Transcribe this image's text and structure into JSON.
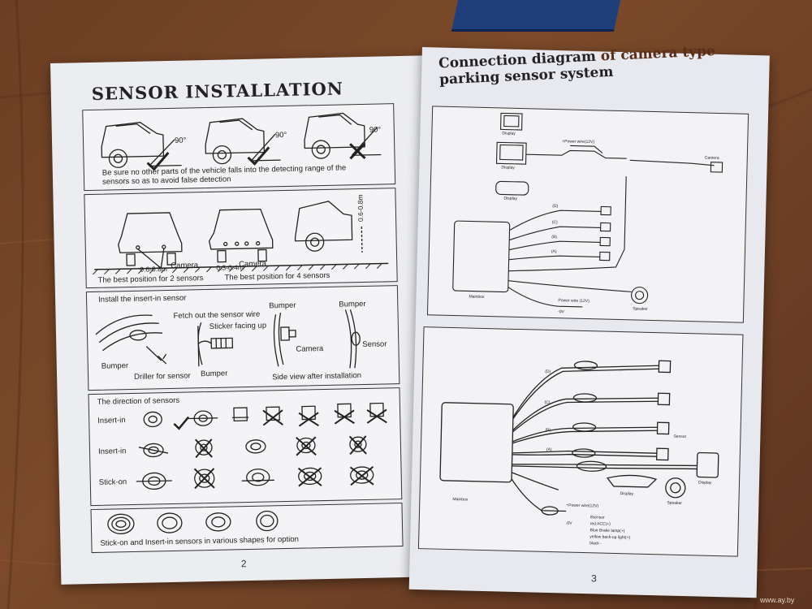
{
  "left_page": {
    "title": "SENSOR INSTALLATION",
    "page_number": "2",
    "panel1": {
      "angle_labels": [
        "90°",
        "90°",
        "90°"
      ],
      "caption_line1": "Be sure no other parts of the vehicle falls into the detecting range of the",
      "caption_line2": "sensors so as to avoid false detection"
    },
    "panel2": {
      "distance_2": "0.6-0.8m",
      "distance_4": "0.3-0.4m",
      "camera_label_1": "Camera",
      "camera_label_2": "Camera",
      "height_label": "0.6-0.8m",
      "caption_2": "The best position for 2 sensors",
      "caption_4": "The best position for 4 sensors"
    },
    "panel3": {
      "heading": "Install the insert-in sensor",
      "fetch_wire": "Fetch out the sensor wire",
      "sticker_up": "Sticker facing up",
      "bumper_1": "Bumper",
      "bumper_2": "Bumper",
      "bumper_3": "Bumper",
      "bumper_4": "Bumper",
      "driller": "Driller for sensor",
      "camera": "Camera",
      "sensor": "Sensor",
      "side_view": "Side view after installation"
    },
    "panel4": {
      "heading": "The direction of sensors",
      "row1": "Insert-in",
      "row2": "Insert-in",
      "row3": "Stick-on"
    },
    "panel5": {
      "caption": "Stick-on and Insert-in sensors in various shapes for option"
    }
  },
  "right_page": {
    "title_part1": "Connection diagram ",
    "title_part2": "of camera type",
    "title_line2": "parking sensor system",
    "page_number": "3",
    "top_diagram": {
      "display_1": "Display",
      "display_2": "Display",
      "display_3": "Display",
      "power_wire": "Power wire(12V)",
      "camera": "Camera",
      "mainbox": "Mainbox",
      "speaker": "Speaker",
      "minus_0v": "-0V",
      "power_wire_2": "Power wire (12V)",
      "sensor_labels": [
        "(D)",
        "(C)",
        "(B)",
        "(A)"
      ]
    },
    "bottom_diagram": {
      "mainbox": "Mainbox",
      "sensor": "Sensor",
      "display_1": "Display",
      "display_2": "Display",
      "speaker": "Speaker",
      "power_wire": "+Power wire(12V)",
      "minus_0v": "-0V",
      "sensor_labels": [
        "(D)",
        "(C)",
        "(B)",
        "(A)"
      ],
      "legend": [
        "8sensor",
        "red ACC(+)",
        "Blue Brake lamp(+)",
        "yellow back-up light(+)",
        "black -"
      ]
    }
  },
  "watermark": "www.ay.by",
  "colors": {
    "paper": "#ecedf0",
    "ink": "#222222",
    "wood": "#6b3f23",
    "box_blue": "#1f3f7a",
    "title_accent": "#5a2e16"
  }
}
